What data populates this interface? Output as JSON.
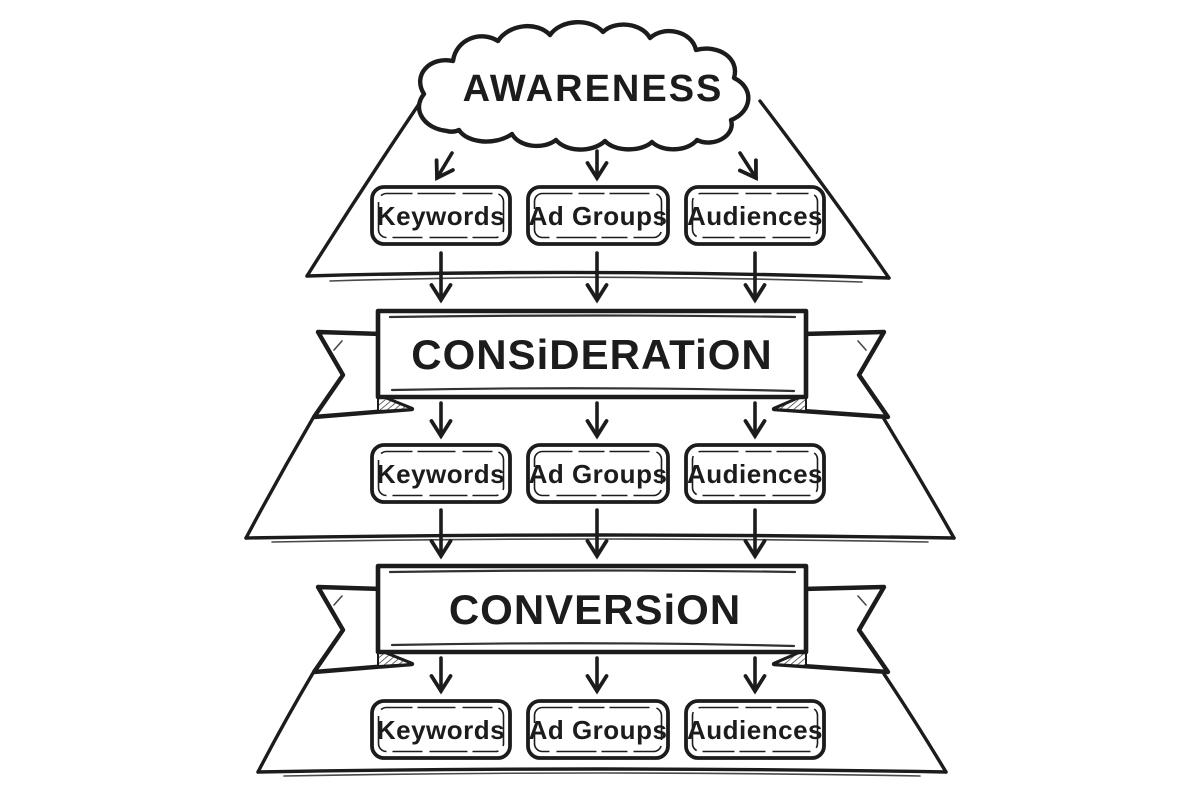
{
  "colors": {
    "ink": "#1c1c1c",
    "paper": "#ffffff"
  },
  "funnel": {
    "stages": [
      {
        "label": "AWARENESS",
        "shape": "cloud",
        "children": [
          {
            "label": "Keywords"
          },
          {
            "label": "Ad Groups"
          },
          {
            "label": "Audiences"
          }
        ]
      },
      {
        "label": "CONSiDERATiON",
        "shape": "ribbon-banner",
        "children": [
          {
            "label": "Keywords"
          },
          {
            "label": "Ad Groups"
          },
          {
            "label": "Audiences"
          }
        ]
      },
      {
        "label": "CONVERSiON",
        "shape": "ribbon-banner",
        "children": [
          {
            "label": "Keywords"
          },
          {
            "label": "Ad Groups"
          },
          {
            "label": "Audiences"
          }
        ]
      }
    ]
  }
}
